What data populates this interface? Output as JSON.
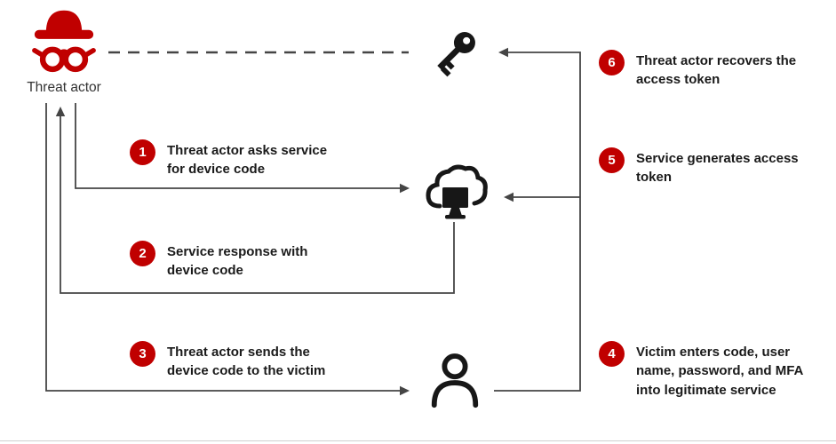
{
  "diagram": {
    "threat_actor_label": "Threat actor",
    "steps": [
      {
        "num": "1",
        "text": "Threat actor asks service\nfor device code"
      },
      {
        "num": "2",
        "text": "Service response with\ndevice code"
      },
      {
        "num": "3",
        "text": "Threat actor sends the\ndevice code to the victim"
      },
      {
        "num": "4",
        "text": "Victim enters code, user\nname, password, and MFA\ninto legitimate service"
      },
      {
        "num": "5",
        "text": "Service generates access\ntoken"
      },
      {
        "num": "6",
        "text": "Threat actor recovers the\naccess token"
      }
    ]
  },
  "colors": {
    "accent-red": "#C00000",
    "line-gray": "#454545",
    "icon-black": "#171717",
    "text-dark": "#1A1A1A"
  }
}
